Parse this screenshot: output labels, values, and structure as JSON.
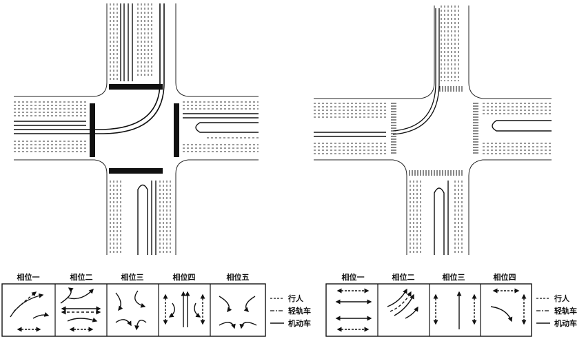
{
  "left_panel": {
    "phases": [
      "相位一",
      "相位二",
      "相位三",
      "相位四",
      "相位五"
    ]
  },
  "right_panel": {
    "phases": [
      "相位一",
      "相位二",
      "相位三",
      "相位四"
    ]
  },
  "legend": {
    "pedestrian": "行人",
    "light_rail": "轻轨车",
    "motor_vehicle": "机动车"
  }
}
